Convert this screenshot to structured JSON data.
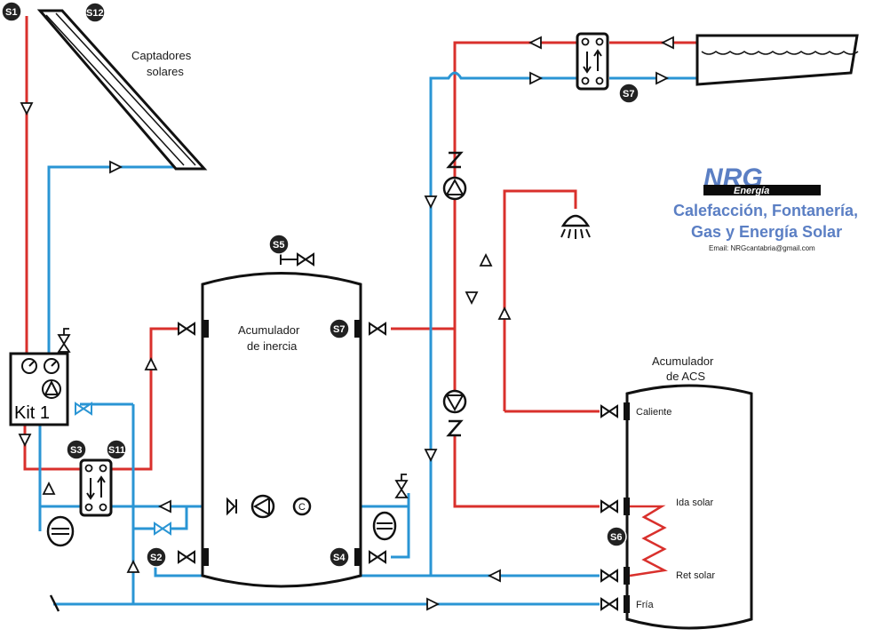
{
  "colors": {
    "hot": "#d9302c",
    "cold": "#2a95d4",
    "outline": "#111111",
    "sensor": "#222222",
    "brand": "#5b7fc4"
  },
  "labels": {
    "collectors_line1": "Captadores",
    "collectors_line2": "solares",
    "inertia_line1": "Acumulador",
    "inertia_line2": "de inercia",
    "acs_line1": "Acumulador",
    "acs_line2": "de ACS",
    "caliente": "Caliente",
    "ida_solar": "Ida solar",
    "ret_solar": "Ret solar",
    "fria": "Fría",
    "kit": "Kit 1"
  },
  "sensors": {
    "s1": "S1",
    "s12": "S12",
    "s5": "S5",
    "s7_tank": "S7",
    "s7_hx": "S7",
    "s3": "S3",
    "s11": "S11",
    "s2": "S2",
    "s4": "S4",
    "s6": "S6"
  },
  "icons": {
    "pump": "circulator-pump-icon",
    "valve": "ball-valve-icon",
    "check": "check-valve-icon",
    "hx": "plate-heat-exchanger-icon",
    "expansion": "expansion-vessel-icon",
    "safety": "safety-valve-icon",
    "shower": "shower-head-icon",
    "pool": "pool-icon",
    "coil": "solar-coil-icon",
    "meter": "energy-meter-icon"
  },
  "brand": {
    "logo": "NRG",
    "sub": "Energía",
    "line1": "Calefacción, Fontanería,",
    "line2": "Gas y Energía Solar",
    "email": "Email: NRGcantabria@gmail.com"
  }
}
